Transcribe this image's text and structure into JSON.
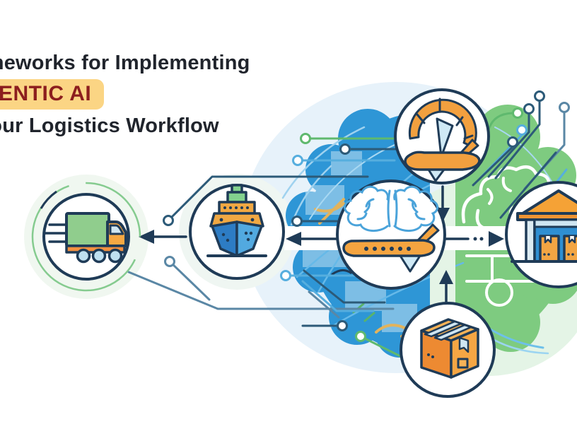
{
  "title": {
    "line1": "Frameworks for Implementing",
    "highlight": "AGENTIC AI",
    "line2": "in Your Logistics Workflow"
  },
  "diagram": {
    "center_node": {
      "id": "ai-core",
      "icon": "brain-airplane-icon"
    },
    "nodes": [
      {
        "id": "air-freight",
        "icon": "parachute-airplane-icon",
        "position": "top"
      },
      {
        "id": "warehouse",
        "icon": "warehouse-boxes-icon",
        "position": "right"
      },
      {
        "id": "package",
        "icon": "package-box-icon",
        "position": "bottom"
      },
      {
        "id": "cargo-ship",
        "icon": "cargo-ship-icon",
        "position": "left"
      },
      {
        "id": "delivery-truck",
        "icon": "delivery-truck-icon",
        "position": "far-left"
      }
    ],
    "arrows": [
      {
        "from": "air-freight",
        "to": "ai-core",
        "direction": "down",
        "style": "solid"
      },
      {
        "from": "package",
        "to": "ai-core",
        "direction": "up",
        "style": "solid"
      },
      {
        "from": "ai-core",
        "to": "cargo-ship",
        "direction": "left",
        "style": "solid"
      },
      {
        "from": "cargo-ship",
        "to": "delivery-truck",
        "direction": "left",
        "style": "solid"
      },
      {
        "from": "ai-core",
        "to": "warehouse",
        "direction": "right",
        "style": "dash-dot"
      }
    ]
  },
  "colors": {
    "title_text": "#20242c",
    "highlight_yellow": "#fbd584",
    "highlight_text_red": "#8c1e1e",
    "outline_navy": "#1f3b57",
    "blob_blue": "#2e96d6",
    "blob_green": "#7ecb80",
    "accent_orange": "#f2a03f",
    "icon_light_blue": "#cfe6f2",
    "icon_green": "#90cd8d",
    "line_steel": "#5a87a5",
    "line_light_blue": "#56aede",
    "line_green": "#5fb96e"
  }
}
